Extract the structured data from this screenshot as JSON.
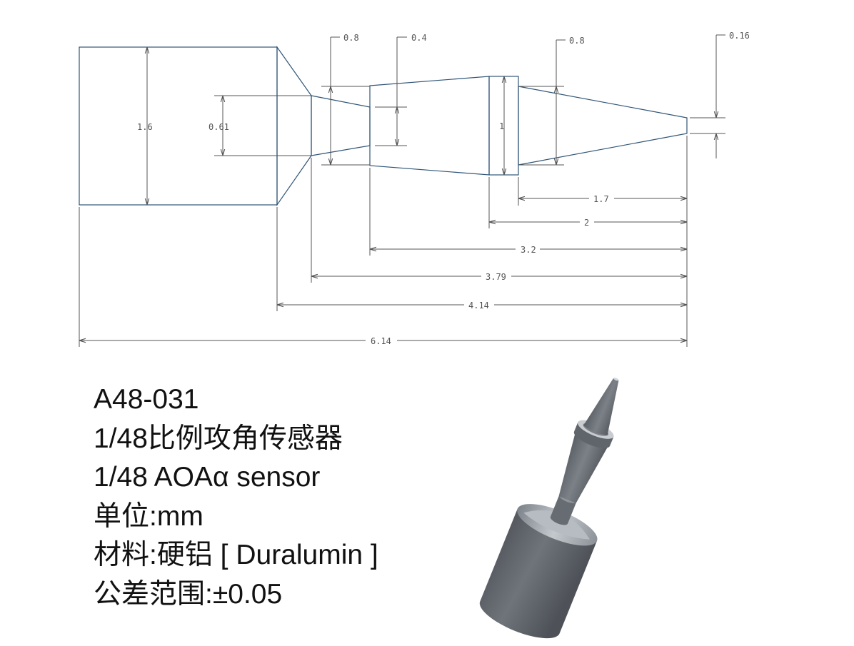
{
  "dimensions": {
    "d_1_6": "1.6",
    "d_0_61": "0.61",
    "d_0_8_left": "0.8",
    "d_0_4": "0.4",
    "d_1": "1",
    "d_0_8_right": "0.8",
    "d_0_16": "0.16",
    "d_1_7": "1.7",
    "d_2": "2",
    "d_3_2": "3.2",
    "d_3_79": "3.79",
    "d_4_14": "4.14",
    "d_6_14": "6.14"
  },
  "info": {
    "part_number": "A48-031",
    "title_cn": "1/48比例攻角传感器",
    "title_en": "1/48 AOAα sensor",
    "unit": "单位:mm",
    "material": "材料:硬铝 [ Duralumin ]",
    "tolerance": "公差范围:±0.05"
  },
  "colors": {
    "outline": "#2f5577",
    "dimension": "#555555",
    "text": "#111111",
    "part_dark": "#5f646b",
    "part_light": "#aab0b6"
  }
}
